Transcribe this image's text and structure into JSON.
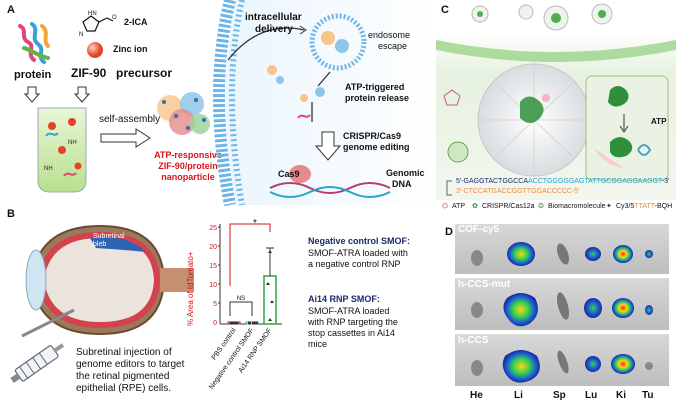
{
  "panels": {
    "A": {
      "letter": "A",
      "reagents": {
        "ica": "2-ICA",
        "zinc": "Zinc ion",
        "protein": "protein",
        "zif90": "ZIF-90",
        "precursor": "precursor"
      },
      "assembly": "self-assembly",
      "nanoparticle": [
        "ATP-responsive",
        "ZIF-90/protein",
        "nanoparticle"
      ],
      "steps": {
        "delivery": [
          "intracellular",
          "delivery"
        ],
        "escape": [
          "endosome",
          "escape"
        ],
        "release": [
          "ATP-triggered",
          "protein release"
        ],
        "editing": [
          "CRISPR/Cas9",
          "genome editing"
        ],
        "cas9": "Cas9",
        "dna": [
          "Genomic",
          "DNA"
        ]
      },
      "colors": {
        "red": "#d7141a",
        "membrane": "#6fb6e6",
        "cyan": "#2aa3c9"
      }
    },
    "B": {
      "letter": "B",
      "eye": {
        "bleb": [
          "Subretinal",
          "bleb"
        ]
      },
      "caption": [
        "Subretinal injection of",
        "genome editors to target",
        "the retinal pigmented",
        "epithelial (RPE) cells."
      ],
      "chart": {
        "ylabel": "% Area of tdTomato+",
        "ticks": [
          "25",
          "20",
          "15",
          "10",
          "5",
          "0"
        ],
        "groups": [
          "PBS control",
          "Negative control SMOF",
          "Ai14 RNP SMOF"
        ],
        "sig": {
          "ns": "NS",
          "star": "*"
        }
      },
      "legend": {
        "neg_title": "Negative control SMOF:",
        "neg_desc": [
          "SMOF-ATRA loaded with",
          "a negative control RNP"
        ],
        "ai14_title": "Ai14 RNP SMOF:",
        "ai14_desc": [
          "SMOF-ATRA loaded",
          "with RNP targeting the",
          "stop cassettes in Ai14",
          "mice"
        ]
      }
    },
    "C": {
      "letter": "C",
      "atp": "ATP",
      "seq1_prefix": "5'-GAGGTACTGGCCA",
      "seq1_hl": "ACCTGGGGGAGTATTGCGGAGGAAGGT",
      "seq1_suffix": "-3'",
      "seq2": "3'-CTCCATGACCGGTTGGACCCCC-5'",
      "legend": {
        "atp": "ATP",
        "crispr": "CRISPR/Cas12a",
        "bio": "Biomacromolecule",
        "probe_a": "Cy3/5",
        "probe_b": "TTATT",
        "probe_c": "-BQH"
      }
    },
    "D": {
      "letter": "D",
      "rows": [
        "COF-cy5",
        "h-CCS-mut",
        "h-CCS"
      ],
      "organs": [
        "He",
        "Li",
        "Sp",
        "Lu",
        "Ki",
        "Tu"
      ]
    }
  }
}
